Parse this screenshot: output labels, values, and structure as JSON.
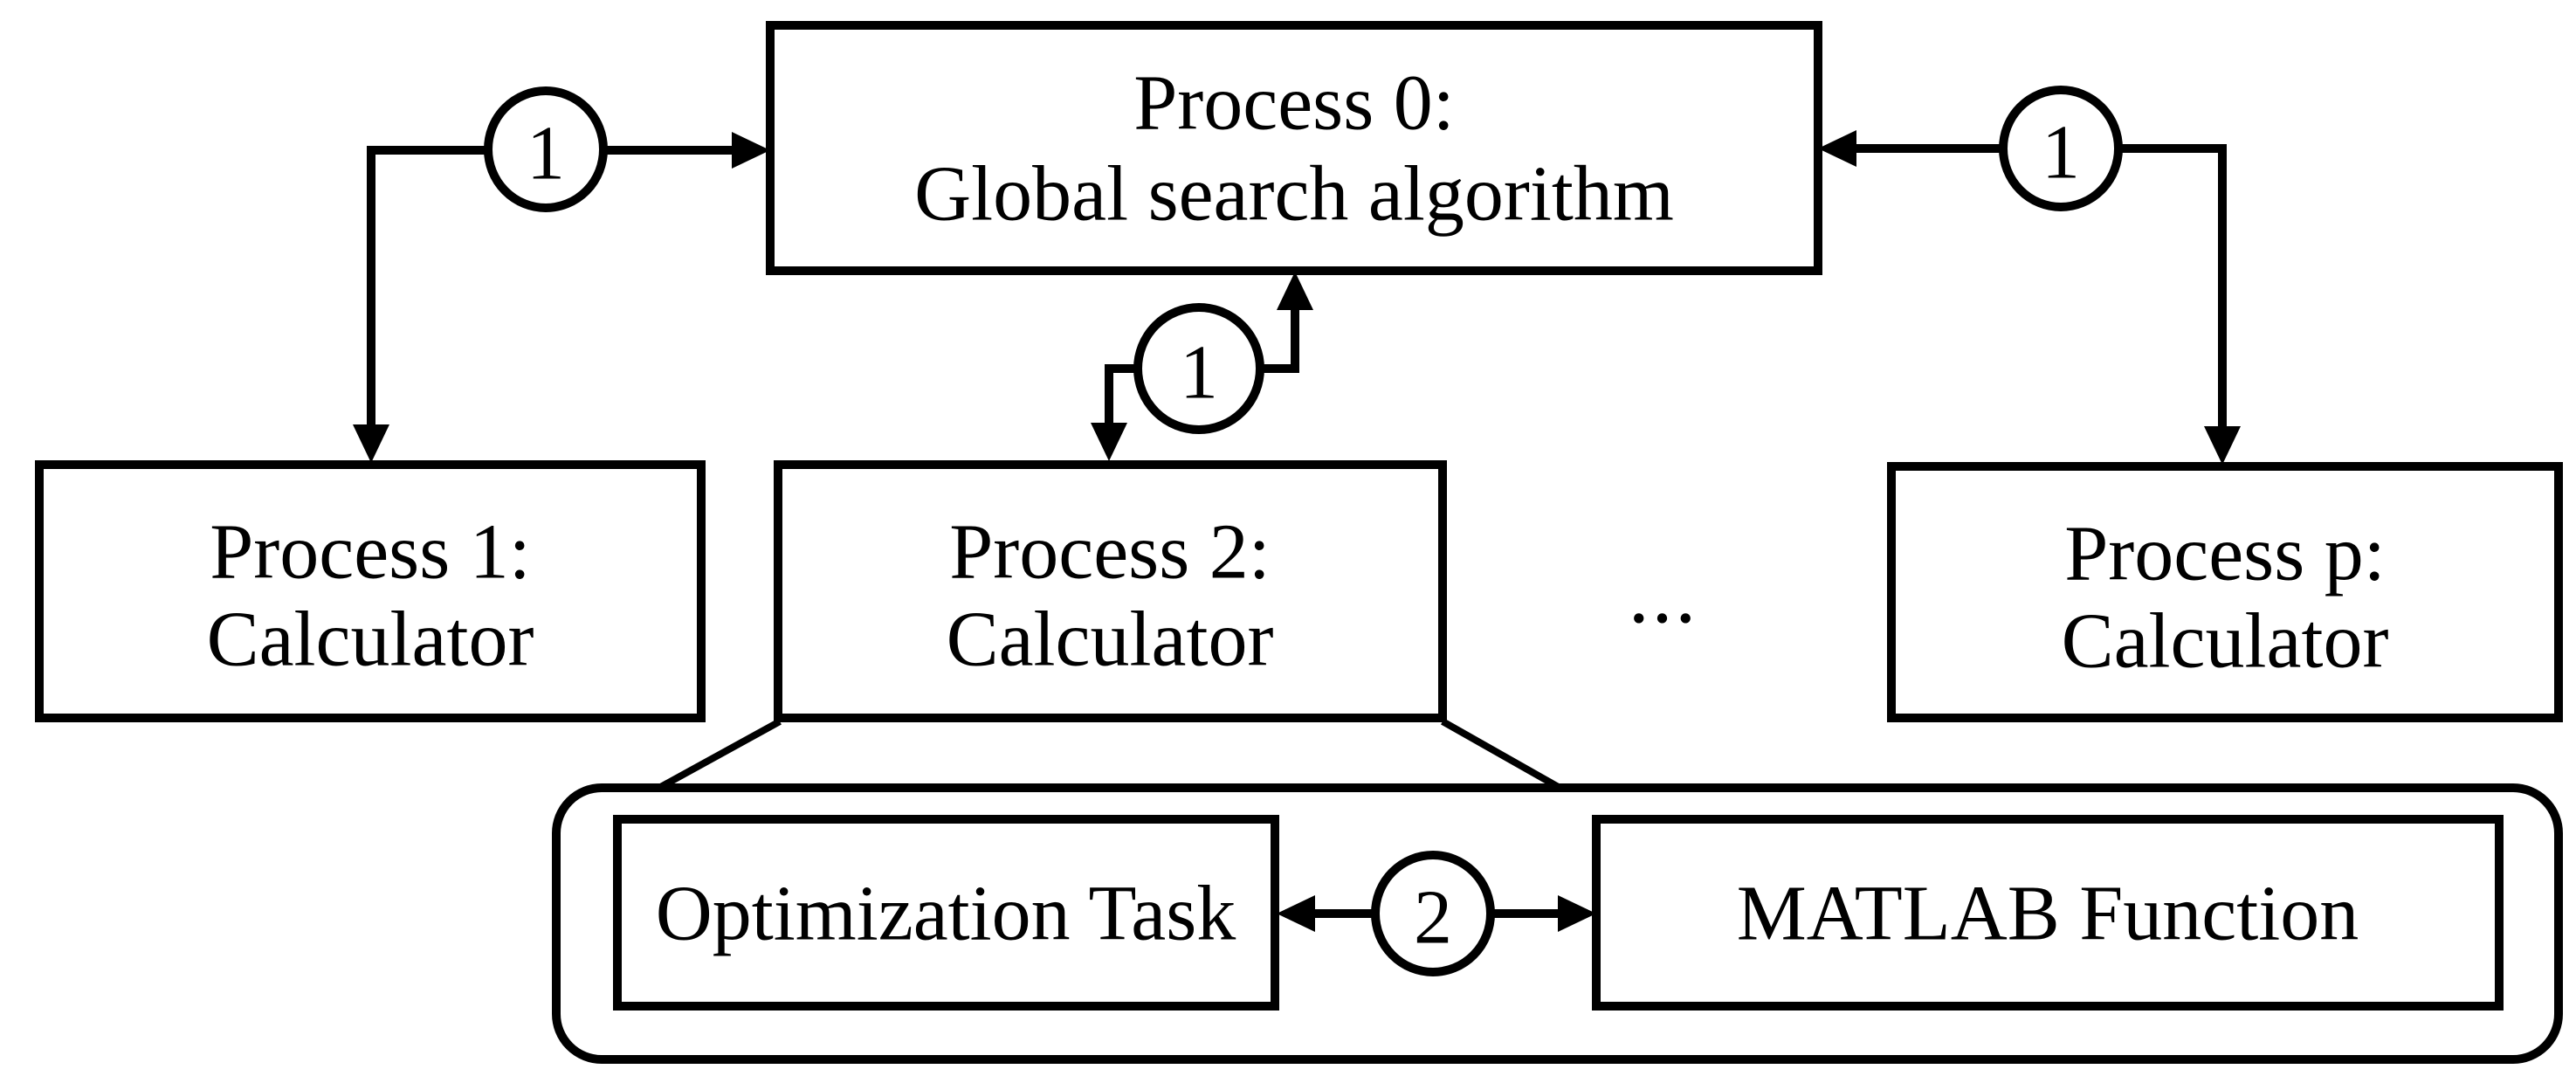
{
  "diagram": {
    "background_color": "#ffffff",
    "stroke_color": "#000000",
    "nodes": {
      "process0": {
        "line1": "Process 0:",
        "line2": "Global search algorithm"
      },
      "process1": {
        "line1": "Process 1:",
        "line2": "Calculator"
      },
      "process2": {
        "line1": "Process 2:",
        "line2": "Calculator"
      },
      "process_p": {
        "line1": "Process p:",
        "line2": "Calculator"
      },
      "optimization_task": {
        "label": "Optimization Task"
      },
      "matlab_function": {
        "label": "MATLAB Function"
      }
    },
    "badges": {
      "process1_link": "1",
      "process2_link": "1",
      "process_p_link": "1",
      "task_matlab_link": "2"
    },
    "ellipsis": "..."
  }
}
